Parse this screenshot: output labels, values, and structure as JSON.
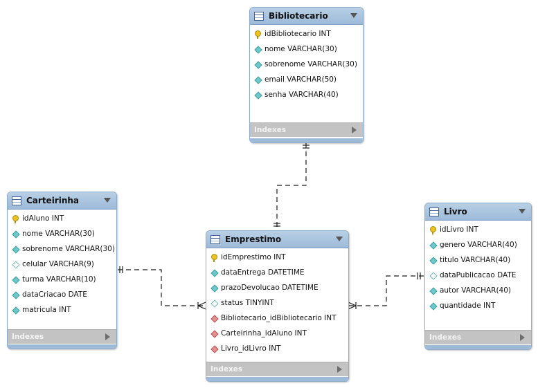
{
  "colors": {
    "header": "#9dbad8",
    "border": "#8eaccc",
    "indexes_bar": "#c3c3c3",
    "key_icon": "#e9c421",
    "column_icon": "#6fc7c9",
    "fk_icon": "#e58f8f"
  },
  "entities": {
    "bibliotecario": {
      "title": "Bibliotecario",
      "columns": [
        {
          "text": "idBibliotecario INT",
          "icon": "primary-key-icon"
        },
        {
          "text": "nome VARCHAR(30)",
          "icon": "column-icon"
        },
        {
          "text": "sobrenome VARCHAR(30)",
          "icon": "column-icon"
        },
        {
          "text": "email VARCHAR(50)",
          "icon": "column-icon"
        },
        {
          "text": "senha VARCHAR(40)",
          "icon": "column-icon"
        }
      ],
      "indexes_label": "Indexes"
    },
    "carteirinha": {
      "title": "Carteirinha",
      "columns": [
        {
          "text": "idAluno INT",
          "icon": "primary-key-icon"
        },
        {
          "text": "nome VARCHAR(30)",
          "icon": "column-icon"
        },
        {
          "text": "sobrenome VARCHAR(30)",
          "icon": "column-icon"
        },
        {
          "text": "celular VARCHAR(9)",
          "icon": "nullable-column-icon"
        },
        {
          "text": "turma VARCHAR(10)",
          "icon": "column-icon"
        },
        {
          "text": "dataCriacao DATE",
          "icon": "column-icon"
        },
        {
          "text": "matricula INT",
          "icon": "column-icon"
        }
      ],
      "indexes_label": "Indexes"
    },
    "emprestimo": {
      "title": "Emprestimo",
      "columns": [
        {
          "text": "idEmprestimo INT",
          "icon": "primary-key-icon"
        },
        {
          "text": "dataEntrega DATETIME",
          "icon": "column-icon"
        },
        {
          "text": "prazoDevolucao DATETIME",
          "icon": "column-icon"
        },
        {
          "text": "status TINYINT",
          "icon": "nullable-column-icon"
        },
        {
          "text": "Bibliotecario_idBibliotecario INT",
          "icon": "foreign-key-icon"
        },
        {
          "text": "Carteirinha_idAluno INT",
          "icon": "foreign-key-icon"
        },
        {
          "text": "Livro_idLivro INT",
          "icon": "foreign-key-icon"
        }
      ],
      "indexes_label": "Indexes"
    },
    "livro": {
      "title": "Livro",
      "columns": [
        {
          "text": "idLivro INT",
          "icon": "primary-key-icon"
        },
        {
          "text": "genero VARCHAR(40)",
          "icon": "column-icon"
        },
        {
          "text": "titulo VARCHAR(40)",
          "icon": "column-icon"
        },
        {
          "text": "dataPublicacao DATE",
          "icon": "nullable-column-icon"
        },
        {
          "text": "autor VARCHAR(40)",
          "icon": "column-icon"
        },
        {
          "text": "quantidade INT",
          "icon": "column-icon"
        }
      ],
      "indexes_label": "Indexes"
    }
  },
  "relationships": [
    {
      "from": "bibliotecario",
      "to": "emprestimo",
      "from_end": "one-and-only-one",
      "to_end": "one-and-only-one"
    },
    {
      "from": "carteirinha",
      "to": "emprestimo",
      "from_end": "one-and-only-one",
      "to_end": "one-or-many"
    },
    {
      "from": "livro",
      "to": "emprestimo",
      "from_end": "one-and-only-one",
      "to_end": "one-or-many"
    }
  ]
}
